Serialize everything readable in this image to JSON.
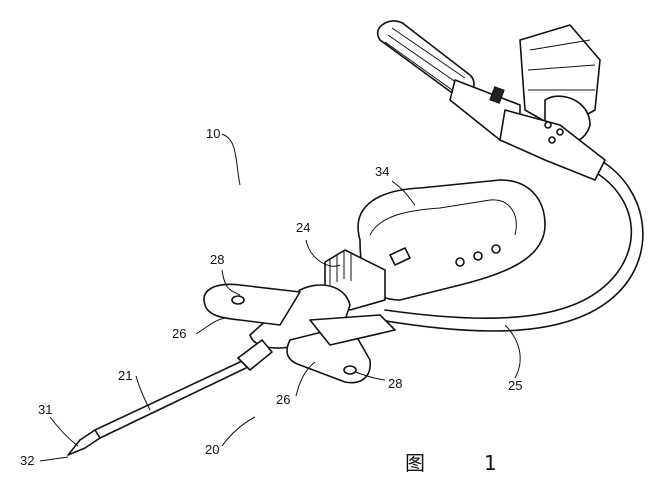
{
  "figure": {
    "caption_char": "图",
    "caption_number": "1"
  },
  "labels": {
    "device": "10",
    "wing_clip": "34",
    "hub": "24",
    "wing_hole_upper": "28",
    "wing_upper": "26",
    "tube": "25",
    "wing_hole_lower": "28",
    "wing_lower": "26",
    "needle": "21",
    "bevel": "31",
    "tip": "32",
    "catheter": "20"
  }
}
